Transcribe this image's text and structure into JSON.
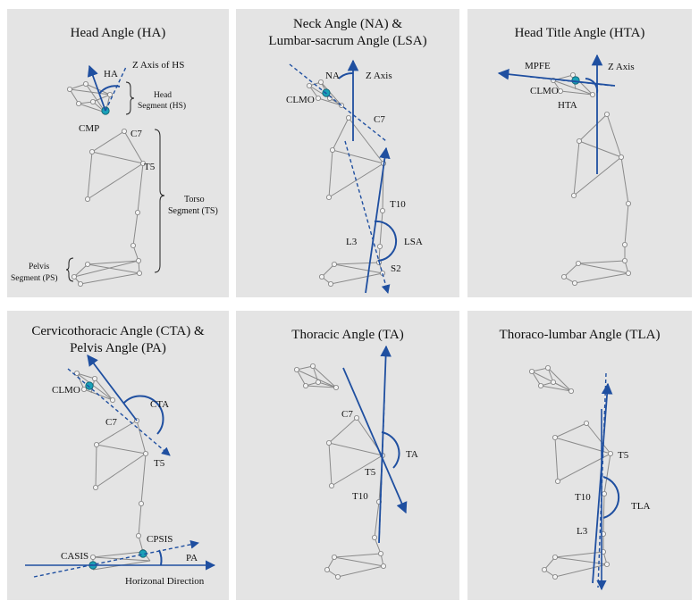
{
  "panels": [
    {
      "id": "ha",
      "title": "Head Angle (HA)",
      "labels": {
        "ha": "HA",
        "z_axis": "Z Axis of HS",
        "head_segment": "Head\nSegment (HS)",
        "cmp": "CMP",
        "c7": "C7",
        "t5": "T5",
        "torso_segment": "Torso\nSegment (TS)",
        "pelvis_segment": "Pelvis\nSegment (PS)"
      }
    },
    {
      "id": "na-lsa",
      "title": "Neck Angle (NA) &\nLumbar-sacrum Angle (LSA)",
      "labels": {
        "na": "NA",
        "z_axis": "Z Axis",
        "clmo": "CLMO",
        "c7": "C7",
        "t10": "T10",
        "l3": "L3",
        "lsa": "LSA",
        "s2": "S2"
      }
    },
    {
      "id": "hta",
      "title": "Head Title Angle (HTA)",
      "labels": {
        "mpfe": "MPFE",
        "z_axis": "Z Axis",
        "clmo": "CLMO",
        "hta": "HTA"
      }
    },
    {
      "id": "cta-pa",
      "title": "Cervicothoracic Angle (CTA) &\nPelvis Angle (PA)",
      "labels": {
        "clmo": "CLMO",
        "cta": "CTA",
        "c7": "C7",
        "t5": "T5",
        "cpsis": "CPSIS",
        "casis": "CASIS",
        "pa": "PA",
        "horizontal": "Horizonal Direction"
      }
    },
    {
      "id": "ta",
      "title": "Thoracic Angle (TA)",
      "labels": {
        "c7": "C7",
        "ta": "TA",
        "t5": "T5",
        "t10": "T10"
      }
    },
    {
      "id": "tla",
      "title": "Thoraco-lumbar Angle (TLA)",
      "labels": {
        "t5": "T5",
        "t10": "T10",
        "tla": "TLA",
        "l3": "L3"
      }
    }
  ],
  "colors": {
    "panel_bg": "#e4e4e4",
    "angle_blue": "#1f4fa0",
    "marker_teal": "#1aa0b8",
    "bone_gray": "#8a8a8a"
  }
}
